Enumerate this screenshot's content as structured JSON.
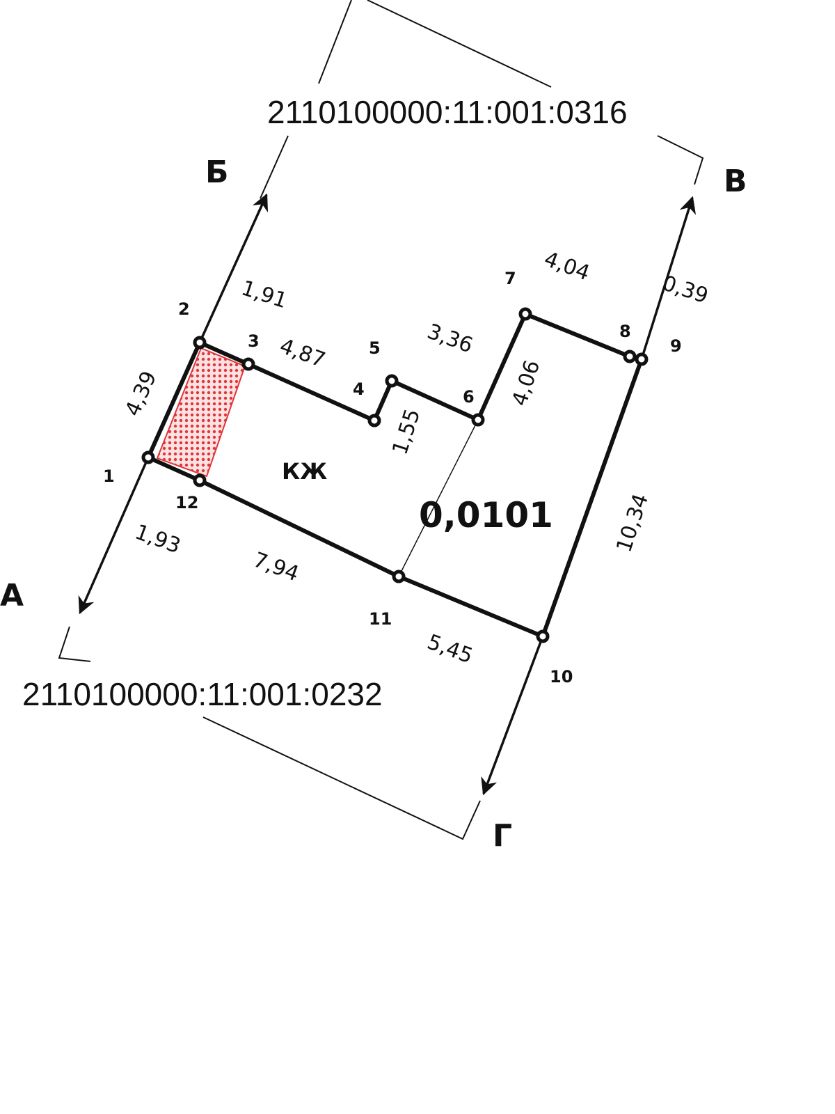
{
  "parcels": {
    "north_neighbor": "2110100000:11:001:0316",
    "south_neighbor": "2110100000:11:001:0232"
  },
  "directions": {
    "a": "А",
    "b": "Б",
    "v": "В",
    "g": "Г"
  },
  "points": [
    "1",
    "2",
    "3",
    "4",
    "5",
    "6",
    "7",
    "8",
    "9",
    "10",
    "11",
    "12"
  ],
  "dimensions": {
    "d_1_2": "4,39",
    "d_2_b": "1,91",
    "d_3_4": "4,87",
    "d_4_5": "1,55",
    "d_5_6": "3,36",
    "d_6_7": "4,06",
    "d_7_8": "4,04",
    "d_9_v": "0,39",
    "d_9_10": "10,34",
    "d_10_11": "5,45",
    "d_11_12": "7,94",
    "d_1_a": "1,93"
  },
  "land_use_code": "КЖ",
  "area_ha": "0,0101",
  "colors": {
    "line": "#111111",
    "hatch": "#e0353a"
  }
}
